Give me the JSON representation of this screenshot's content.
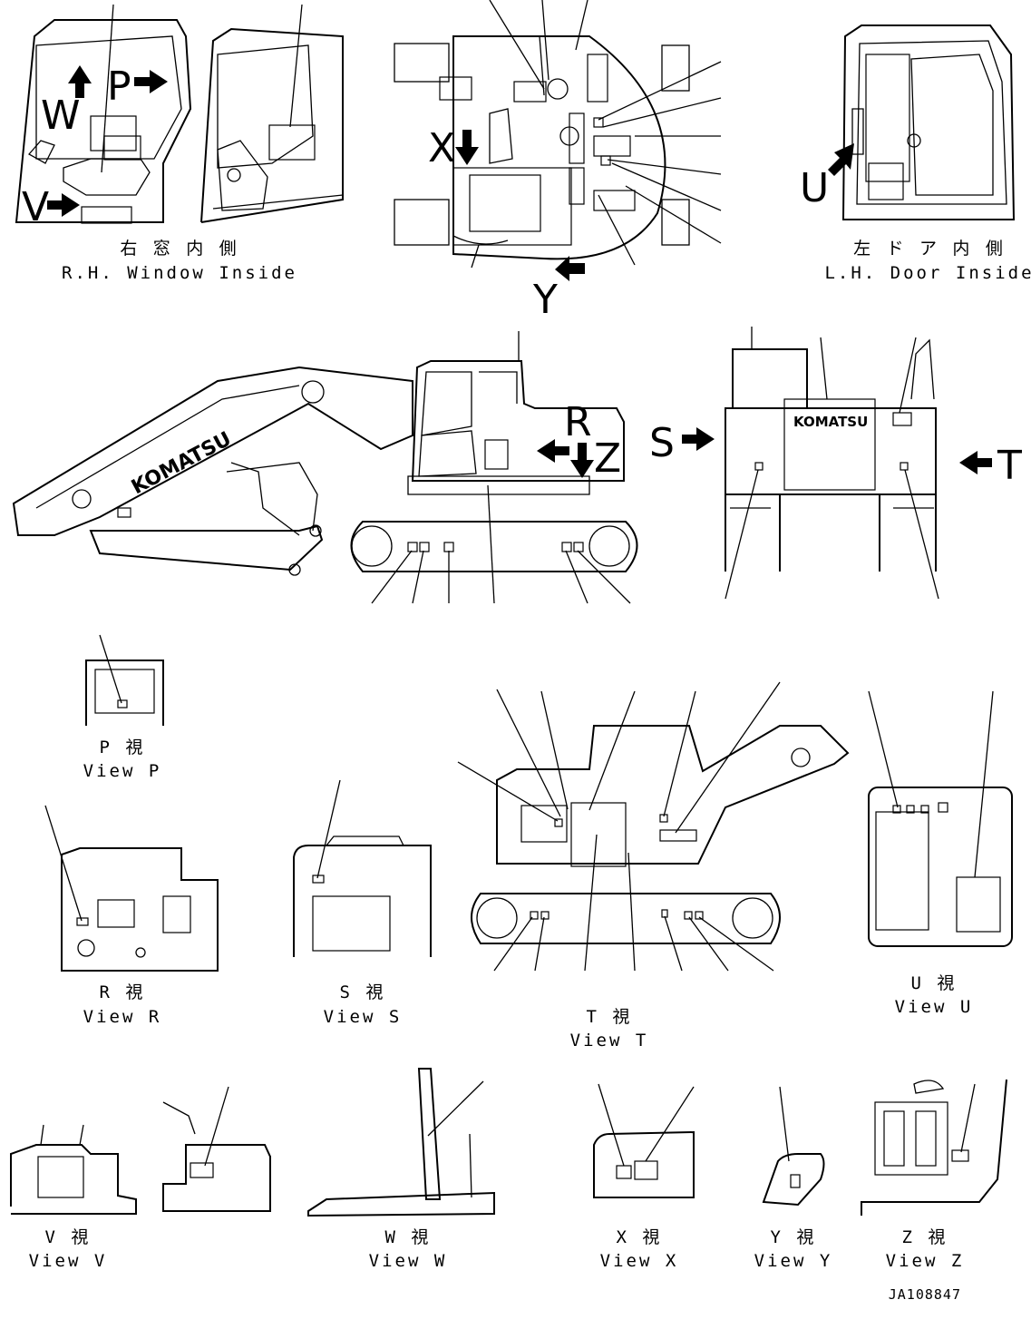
{
  "captions": {
    "rh_window_ja": "右 窓 内 側",
    "rh_window_en": "R.H. Window Inside",
    "lh_door_ja": "左 ド ア 内 側",
    "lh_door_en": "L.H. Door Inside",
    "view_p_ja": "P 視",
    "view_p_en": "View P",
    "view_r_ja": "R 視",
    "view_r_en": "View R",
    "view_s_ja": "S 視",
    "view_s_en": "View S",
    "view_t_ja": "T 視",
    "view_t_en": "View T",
    "view_u_ja": "U 視",
    "view_u_en": "View U",
    "view_v_ja": "V 視",
    "view_v_en": "View V",
    "view_w_ja": "W 視",
    "view_w_en": "View W",
    "view_x_ja": "X 視",
    "view_x_en": "View X",
    "view_y_ja": "Y 視",
    "view_y_en": "View Y",
    "view_z_ja": "Z 視",
    "view_z_en": "View Z"
  },
  "arrow_letters": {
    "w": "W",
    "p": "P",
    "v": "V",
    "x": "X",
    "y": "Y",
    "u": "U",
    "r": "R",
    "z": "Z",
    "s": "S",
    "t": "T"
  },
  "brand": "KOMATSU",
  "drawing_code": "JA108847"
}
